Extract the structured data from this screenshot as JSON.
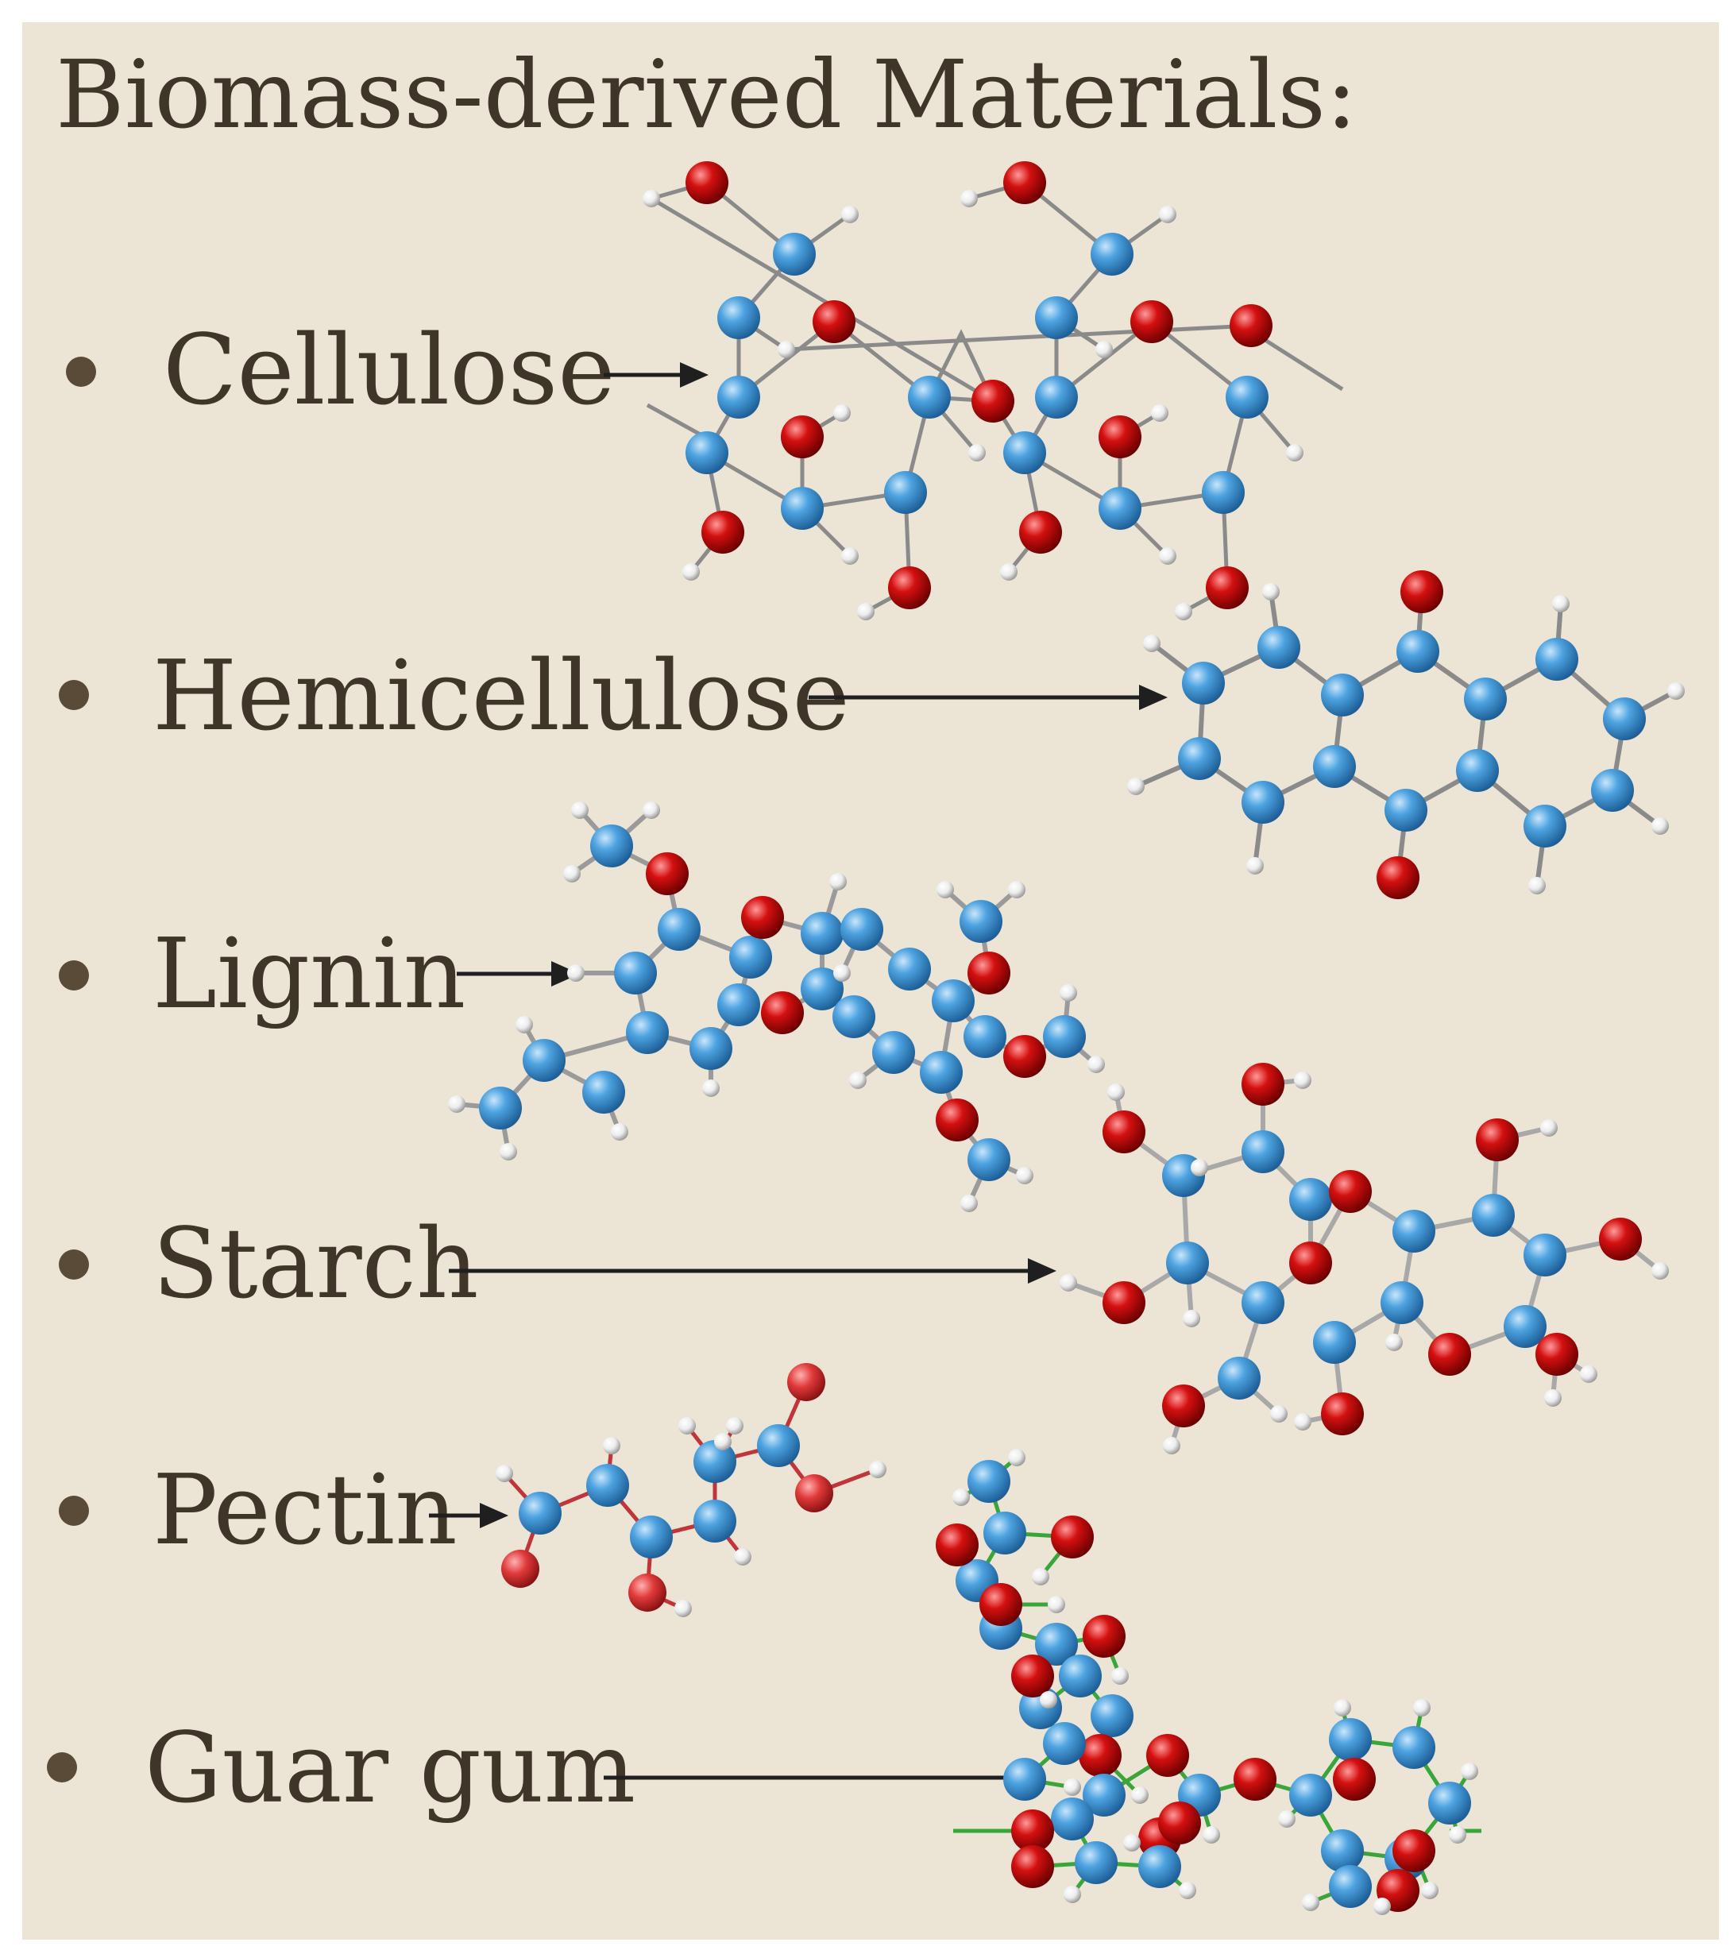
{
  "title": "Biomass-derived Materials:",
  "items": [
    {
      "label": "Cellulose"
    },
    {
      "label": "Hemicellulose"
    },
    {
      "label": "Lignin"
    },
    {
      "label": "Starch"
    },
    {
      "label": "Pectin"
    },
    {
      "label": "Guar gum"
    }
  ],
  "colors": {
    "background": "#ece4d4",
    "text": "#3f3529",
    "bullet": "#5a4a38",
    "arrow": "#1f1f1f",
    "carbon_atom": "#4da3e0",
    "oxygen_atom": "#d41010",
    "hydrogen_atom": "#f2f2f2",
    "bond": "#8a8a8a",
    "pectin_bond": "#c0343a",
    "guar_bond": "#3aa63a"
  }
}
